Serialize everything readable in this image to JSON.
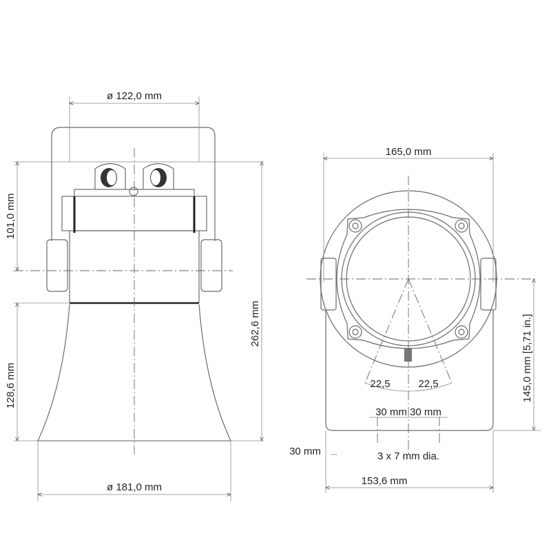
{
  "front_view": {
    "top_diameter": "ø 122,0 mm",
    "upper_height": "101,0 mm",
    "horn_height": "128,6 mm",
    "total_height": "262,6 mm",
    "bottom_diameter": "ø 181,0 mm"
  },
  "side_view": {
    "width": "165,0 mm",
    "angle_left": "22,5",
    "angle_right": "22,5",
    "hole_spacing_left": "30 mm",
    "hole_spacing_right": "30 mm",
    "holes": "3 x 7 mm dia.",
    "edge_offset": "30 mm",
    "base_width": "153,6 mm",
    "center_height": "145,0 mm [5,71 in.]"
  }
}
